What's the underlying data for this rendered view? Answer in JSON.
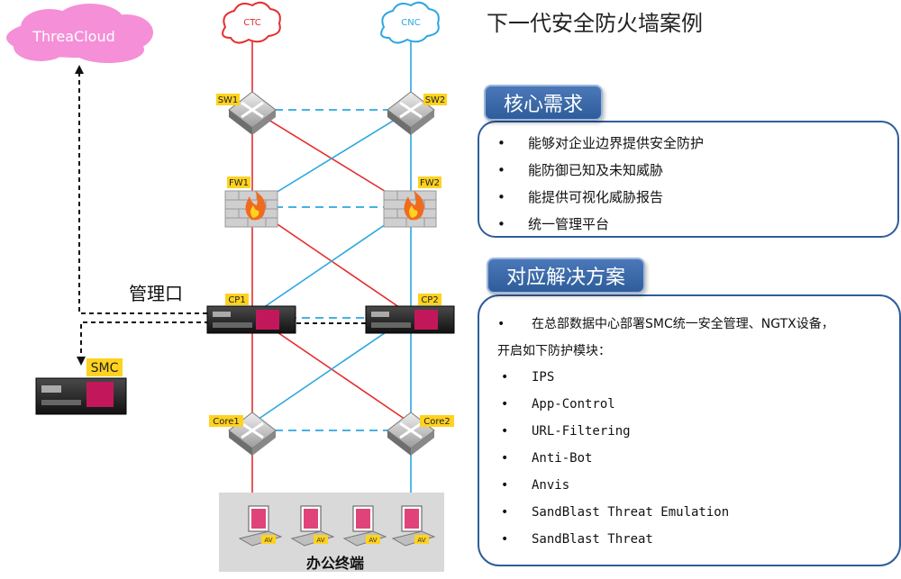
{
  "title": "下一代安全防火墙案例",
  "clouds": {
    "threacloud": "ThreaCloud",
    "ctc": "CTC",
    "cnc": "CNC"
  },
  "devices": {
    "sw1": "SW1",
    "sw2": "SW2",
    "fw1": "FW1",
    "fw2": "FW2",
    "cp1": "CP1",
    "cp2": "CP2",
    "core1": "Core1",
    "core2": "Core2",
    "smc": "SMC",
    "av": "AV"
  },
  "mgmt_label": "管理口",
  "office_label": "办公终端",
  "requirements": {
    "header": "核心需求",
    "items": [
      "能够对企业边界提供安全防护",
      "能防御已知及未知威胁",
      "能提供可视化威胁报告",
      "统一管理平台"
    ]
  },
  "solution": {
    "header": "对应解决方案",
    "intro_line1": "在总部数据中心部署SMC统一安全管理、NGTX设备，",
    "intro_line2": "开启如下防护模块：",
    "modules": [
      "IPS",
      "App-Control",
      "URL-Filtering",
      "Anti-Bot",
      "Anvis",
      "SandBlast Threat Emulation",
      "SandBlast Threat"
    ]
  },
  "colors": {
    "ctc_link": "#e52d2d",
    "cnc_link": "#2aa7e0",
    "mgmt_link": "#111111",
    "header_blue": "#2f5d9b",
    "label_yellow": "#ffd21f",
    "threacloud_pink": "#f58fd7"
  }
}
